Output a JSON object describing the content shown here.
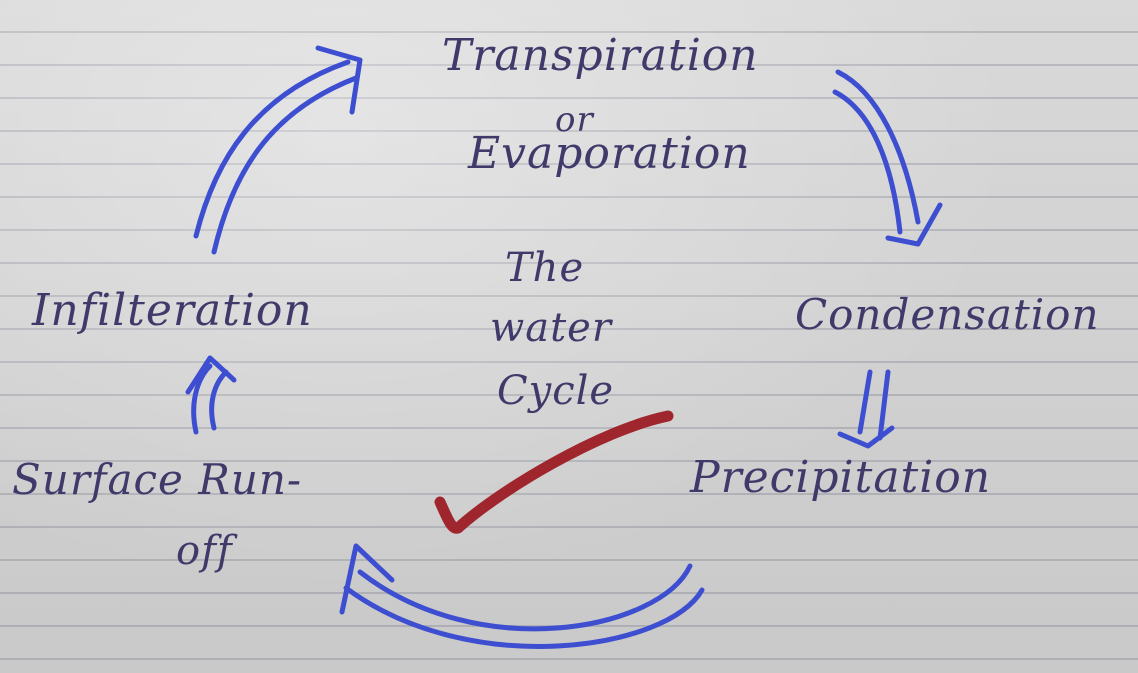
{
  "title": {
    "line1": "The",
    "line2": "water",
    "line3": "Cycle"
  },
  "nodes": {
    "transpiration": "Transpiration",
    "or": "or",
    "evaporation": "Evaporation",
    "condensation": "Condensation",
    "precipitation": "Precipitation",
    "surface_runoff_line1": "Surface Run-",
    "surface_runoff_line2": "off",
    "infiltration": "Infilteration"
  },
  "colors": {
    "ink_blue": "#3d4fd0",
    "ink_text": "#3f3a6a",
    "check_red": "#a0262e"
  },
  "marks": [
    "check-mark"
  ]
}
